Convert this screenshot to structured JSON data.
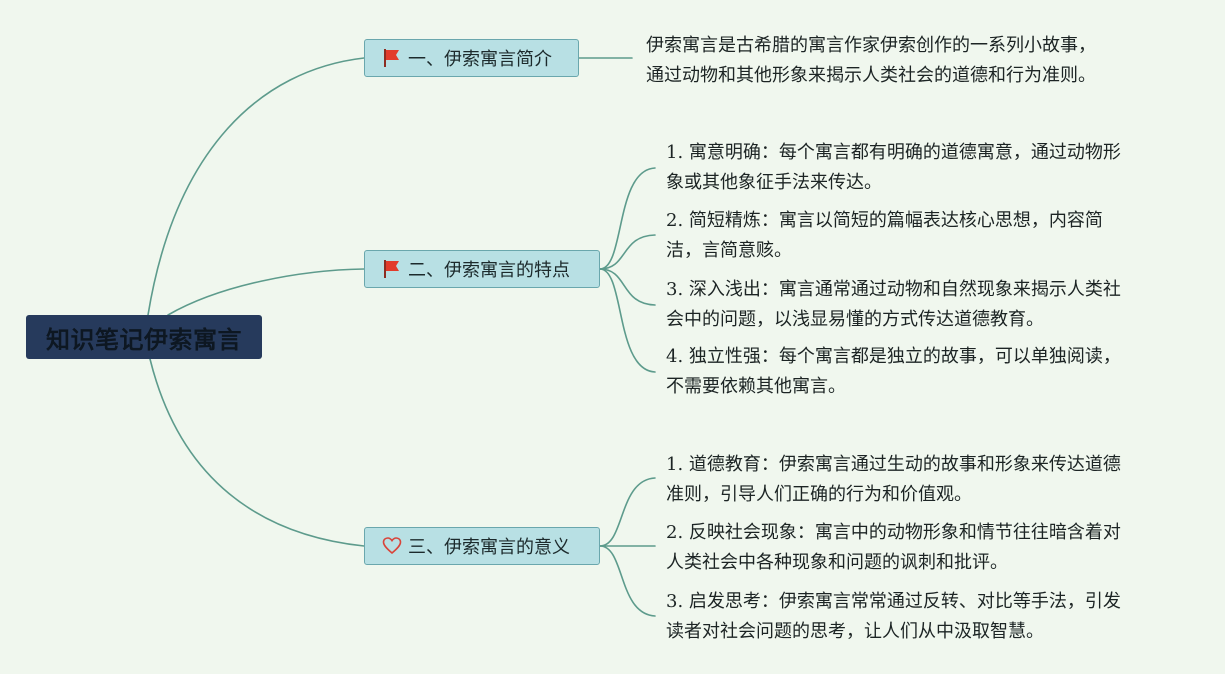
{
  "root": {
    "title": "知识笔记伊索寓言"
  },
  "branches": [
    {
      "icon": "flag-icon",
      "label": "一、伊索寓言简介",
      "children": [
        {
          "num": "",
          "lines": [
            "伊索寓言是古希腊的寓言作家伊索创作的一系列小故事，",
            "通过动物和其他形象来揭示人类社会的道德和行为准则。"
          ]
        }
      ]
    },
    {
      "icon": "flag-icon",
      "label": "二、伊索寓言的特点",
      "children": [
        {
          "num": "1.",
          "lines": [
            "寓意明确：每个寓言都有明确的道德寓意，通过动物形",
            "象或其他象征手法来传达。"
          ]
        },
        {
          "num": "2.",
          "lines": [
            "简短精炼：寓言以简短的篇幅表达核心思想，内容简",
            "洁，言简意赅。"
          ]
        },
        {
          "num": "3.",
          "lines": [
            "深入浅出：寓言通常通过动物和自然现象来揭示人类社",
            "会中的问题，以浅显易懂的方式传达道德教育。"
          ]
        },
        {
          "num": "4.",
          "lines": [
            "独立性强：每个寓言都是独立的故事，可以单独阅读，",
            "不需要依赖其他寓言。"
          ]
        }
      ]
    },
    {
      "icon": "heart-icon",
      "label": "三、伊索寓言的意义",
      "children": [
        {
          "num": "1.",
          "lines": [
            "道德教育：伊索寓言通过生动的故事和形象来传达道德",
            "准则，引导人们正确的行为和价值观。"
          ]
        },
        {
          "num": "2.",
          "lines": [
            "反映社会现象：寓言中的动物形象和情节往往暗含着对",
            "人类社会中各种现象和问题的讽刺和批评。"
          ]
        },
        {
          "num": "3.",
          "lines": [
            "启发思考：伊索寓言常常通过反转、对比等手法，引发",
            "读者对社会问题的思考，让人们从中汲取智慧。"
          ]
        }
      ]
    }
  ],
  "colors": {
    "background": "#f0f7ee",
    "root_fill": "#263a5c",
    "branch_fill": "#b8e0e4",
    "branch_border": "#6aa7ad",
    "connector": "#5d9b8c",
    "flag": "#e23b2b",
    "heart": "#d9443a"
  }
}
